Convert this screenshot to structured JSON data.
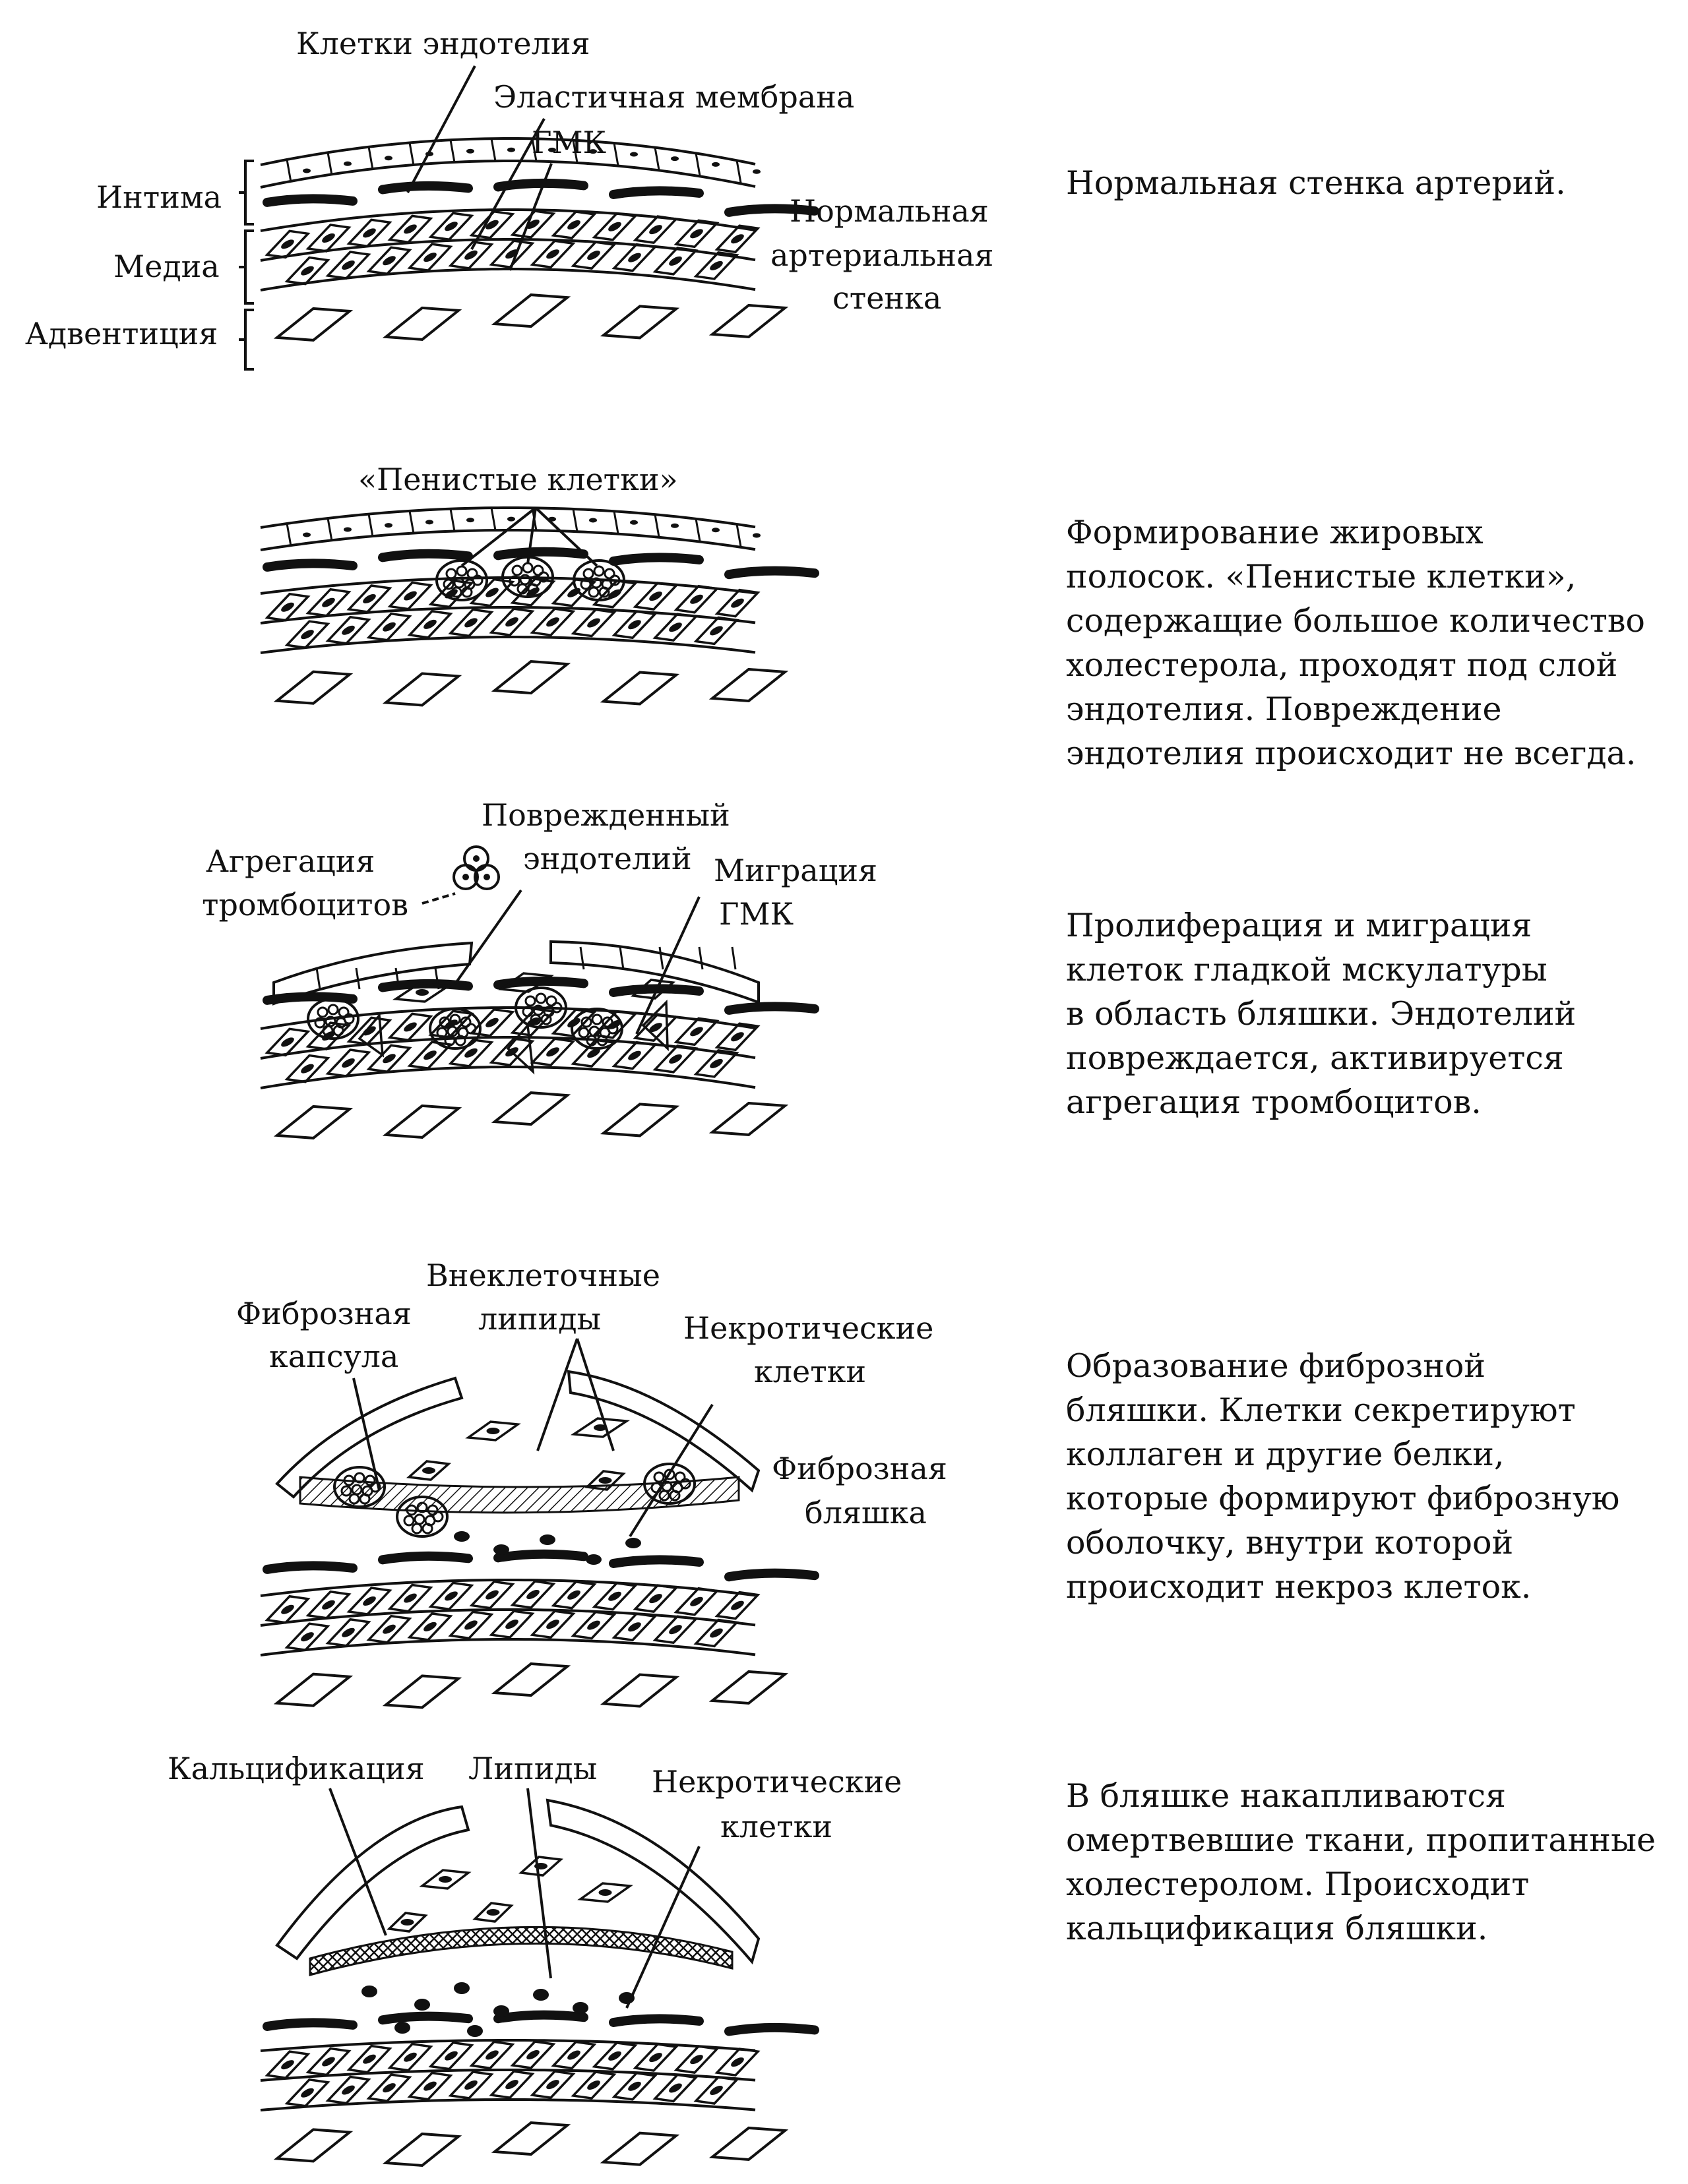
{
  "stages": [
    {
      "id": "normal",
      "labels": {
        "endothelial_cells": "Клетки эндотелия",
        "elastic_membrane": "Эластичная мембрана",
        "smc": "ГМК",
        "intima": "Интима",
        "media": "Медиа",
        "adventitia": "Адвентиция",
        "normal_wall": [
          "Нормальная",
          "артериальная",
          "стенка"
        ]
      },
      "description": [
        "Нормальная стенка артерий."
      ]
    },
    {
      "id": "fatty_streak",
      "labels": {
        "foam_cells": "«Пенистые клетки»"
      },
      "description": [
        "Формирование жировых",
        "полосок. «Пенистые клетки»,",
        "содержащие большое количество",
        "холестерола, проходят под слой",
        "эндотелия. Повреждение",
        "эндотелия происходит не всегда."
      ]
    },
    {
      "id": "proliferation",
      "labels": {
        "damaged_endothelium": [
          "Поврежденный",
          "эндотелий"
        ],
        "platelet_aggregation": [
          "Агрегация",
          "тромбоцитов"
        ],
        "smc_migration": [
          "Миграция",
          "ГМК"
        ]
      },
      "description": [
        "Пролиферация и миграция",
        "клеток гладкой мскулатуры",
        "в область бляшки. Эндотелий",
        "повреждается, активируется",
        "агрегация тромбоцитов."
      ]
    },
    {
      "id": "fibrous_plaque",
      "labels": {
        "fibrous_capsule": [
          "Фиброзная",
          "капсула"
        ],
        "extracellular_lipids": [
          "Внеклеточные",
          "липиды"
        ],
        "necrotic_cells": [
          "Некротические",
          "клетки"
        ],
        "fibrous_plaque": [
          "Фиброзная",
          "бляшка"
        ]
      },
      "description": [
        "Образование фиброзной",
        "бляшки. Клетки секретируют",
        "коллаген и другие белки,",
        "которые формируют фиброзную",
        "оболочку, внутри которой",
        "происходит некроз клеток."
      ]
    },
    {
      "id": "calcification",
      "labels": {
        "calcification": "Кальцификация",
        "lipids": "Липиды",
        "necrotic_cells": [
          "Некротические",
          "клетки"
        ]
      },
      "description": [
        "В бляшке накапливаются",
        "омертвевшие ткани, пропитанные",
        "холестеролом. Происходит",
        "кальцификация бляшки."
      ]
    }
  ]
}
